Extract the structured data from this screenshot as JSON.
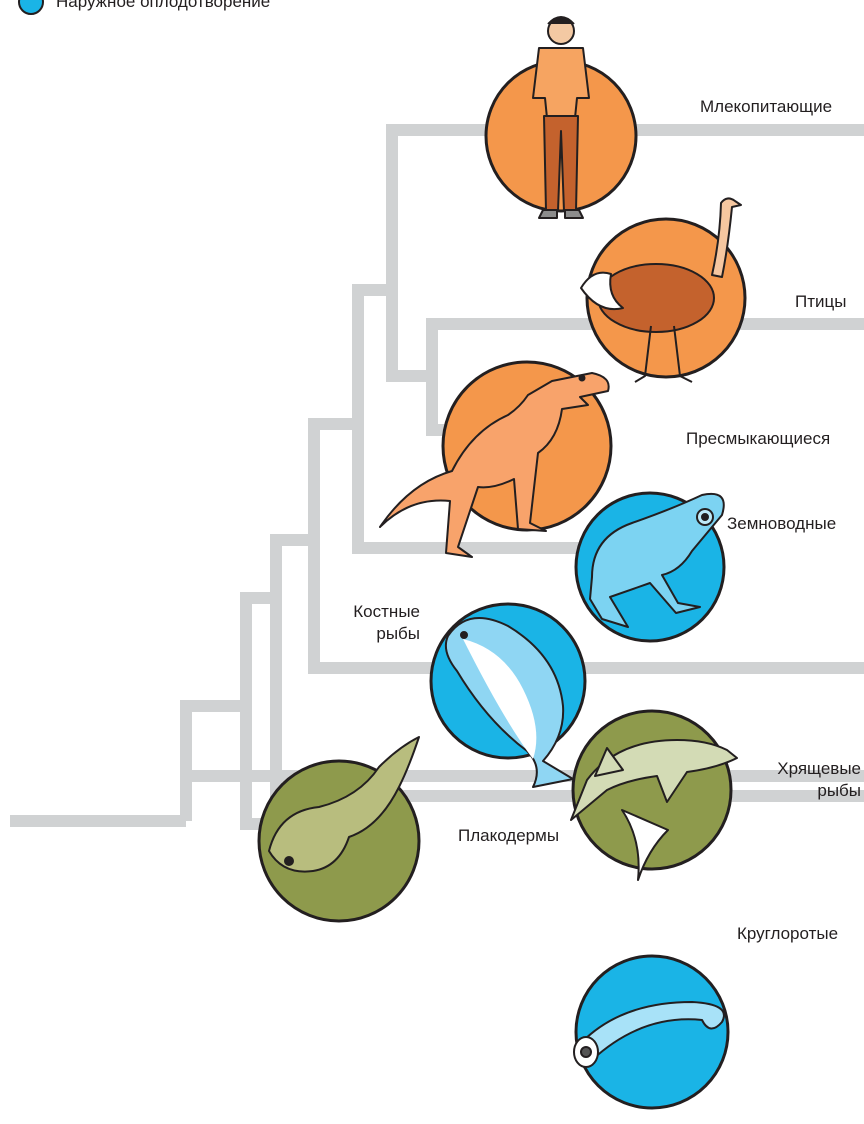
{
  "legend": {
    "items": [
      {
        "label": "Наружное оплодотворение",
        "color": "#1ab4e6"
      }
    ]
  },
  "colors": {
    "internal": "#f4974b",
    "external": "#1ab4e6",
    "placoderm": "#8e9a4c",
    "branch": "#d0d2d3",
    "outline": "#231f20"
  },
  "taxa": [
    {
      "id": "mammals",
      "label": "Млекопитающие",
      "circle": "internal",
      "figure": "human-figure"
    },
    {
      "id": "birds",
      "label": "Птицы",
      "circle": "internal",
      "figure": "ostrich-figure"
    },
    {
      "id": "reptiles",
      "label": "Пресмыкающиеся",
      "circle": "internal",
      "figure": "dinosaur-figure"
    },
    {
      "id": "amphibians",
      "label": "Земноводные",
      "circle": "external",
      "figure": "frog-figure"
    },
    {
      "id": "bony-fish",
      "label": "Костные\nрыбы",
      "circle": "external",
      "figure": "salmon-figure"
    },
    {
      "id": "cartilaginous-fish",
      "label": "Хрящевые\nрыбы",
      "circle": "placoderm",
      "figure": "shark-figure"
    },
    {
      "id": "placoderms",
      "label": "Плакодермы",
      "circle": "placoderm",
      "figure": "placoderm-figure"
    },
    {
      "id": "cyclostomes",
      "label": "Круглоротые",
      "circle": "external",
      "figure": "lamprey-figure"
    }
  ]
}
